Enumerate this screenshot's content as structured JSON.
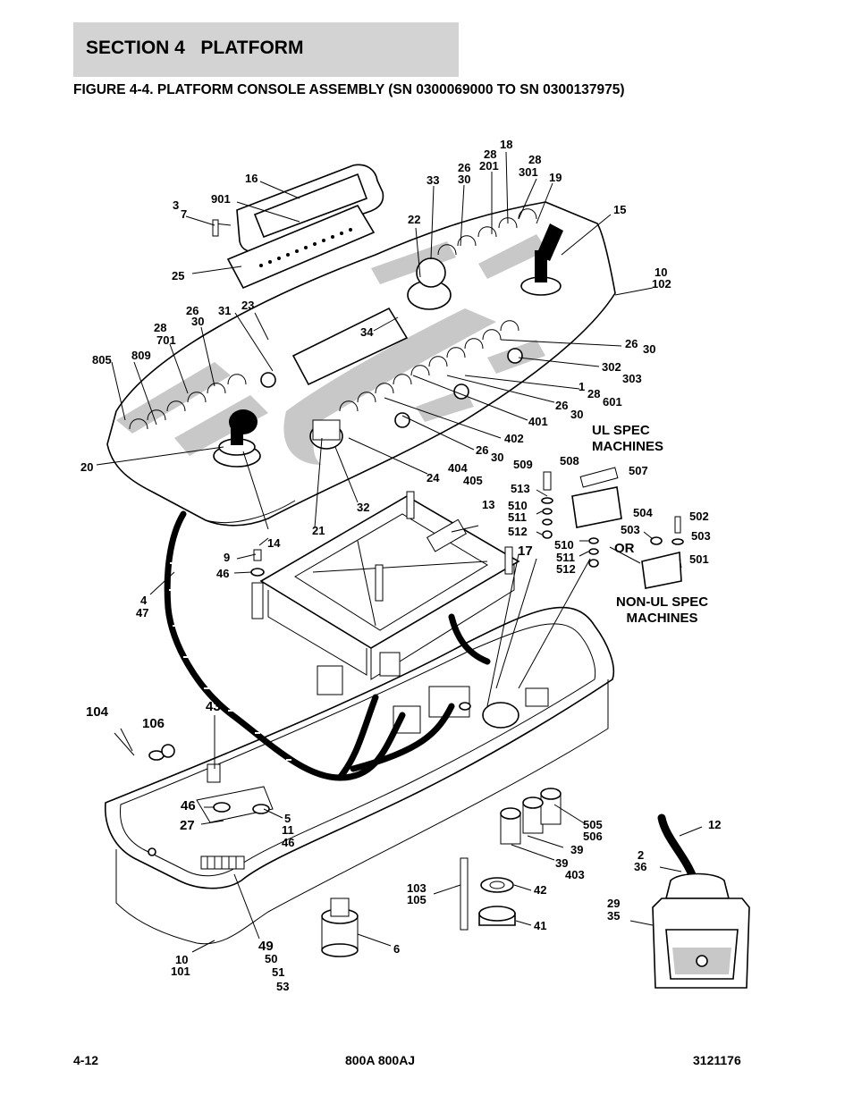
{
  "header": {
    "section": "SECTION 4   PLATFORM",
    "figure_title": "FIGURE 4-4. PLATFORM CONSOLE ASSEMBLY (SN 0300069000 TO SN 0300137975)"
  },
  "notes": {
    "ul_spec": [
      "UL SPEC",
      "MACHINES"
    ],
    "or": "OR",
    "non_ul_spec": [
      "NON-UL SPEC",
      "MACHINES"
    ]
  },
  "callouts": [
    {
      "id": "c1",
      "text": "18"
    },
    {
      "id": "c2",
      "text": "28"
    },
    {
      "id": "c3",
      "text": "201"
    },
    {
      "id": "c4",
      "text": "28"
    },
    {
      "id": "c5",
      "text": "301"
    },
    {
      "id": "c6",
      "text": "26"
    },
    {
      "id": "c7",
      "text": "30"
    },
    {
      "id": "c8",
      "text": "19"
    },
    {
      "id": "c9",
      "text": "16"
    },
    {
      "id": "c10",
      "text": "33"
    },
    {
      "id": "c11",
      "text": "15"
    },
    {
      "id": "c12",
      "text": "3"
    },
    {
      "id": "c13",
      "text": "7"
    },
    {
      "id": "c14",
      "text": "901"
    },
    {
      "id": "c15",
      "text": "22"
    },
    {
      "id": "c16",
      "text": "25"
    },
    {
      "id": "c17",
      "text": "10"
    },
    {
      "id": "c18",
      "text": "102"
    },
    {
      "id": "c19",
      "text": "26"
    },
    {
      "id": "c20",
      "text": "30"
    },
    {
      "id": "c21",
      "text": "31"
    },
    {
      "id": "c22",
      "text": "23"
    },
    {
      "id": "c23",
      "text": "28"
    },
    {
      "id": "c24",
      "text": "701"
    },
    {
      "id": "c25",
      "text": "34"
    },
    {
      "id": "c26",
      "text": "805"
    },
    {
      "id": "c27",
      "text": "809"
    },
    {
      "id": "c28",
      "text": "26"
    },
    {
      "id": "c29",
      "text": "30"
    },
    {
      "id": "c30",
      "text": "302"
    },
    {
      "id": "c31",
      "text": "303"
    },
    {
      "id": "c32",
      "text": "1"
    },
    {
      "id": "c33",
      "text": "28"
    },
    {
      "id": "c34",
      "text": "601"
    },
    {
      "id": "c35",
      "text": "26"
    },
    {
      "id": "c36",
      "text": "30"
    },
    {
      "id": "c37",
      "text": "401"
    },
    {
      "id": "c38",
      "text": "402"
    },
    {
      "id": "c39",
      "text": "26"
    },
    {
      "id": "c40",
      "text": "30"
    },
    {
      "id": "c41",
      "text": "404"
    },
    {
      "id": "c42",
      "text": "405"
    },
    {
      "id": "c43",
      "text": "24"
    },
    {
      "id": "c44",
      "text": "20"
    },
    {
      "id": "c45",
      "text": "509"
    },
    {
      "id": "c46",
      "text": "508"
    },
    {
      "id": "c47",
      "text": "507"
    },
    {
      "id": "c48",
      "text": "513"
    },
    {
      "id": "c49",
      "text": "510"
    },
    {
      "id": "c50",
      "text": "511"
    },
    {
      "id": "c51",
      "text": "512"
    },
    {
      "id": "c52",
      "text": "21"
    },
    {
      "id": "c53",
      "text": "32"
    },
    {
      "id": "c54",
      "text": "13"
    },
    {
      "id": "c55",
      "text": "504"
    },
    {
      "id": "c56",
      "text": "502"
    },
    {
      "id": "c57",
      "text": "503"
    },
    {
      "id": "c58",
      "text": "503"
    },
    {
      "id": "c59",
      "text": "9"
    },
    {
      "id": "c60",
      "text": "14"
    },
    {
      "id": "c61",
      "text": "17"
    },
    {
      "id": "c62",
      "text": "510"
    },
    {
      "id": "c63",
      "text": "511"
    },
    {
      "id": "c64",
      "text": "512"
    },
    {
      "id": "c65",
      "text": "501"
    },
    {
      "id": "c66",
      "text": "46"
    },
    {
      "id": "c67",
      "text": "4"
    },
    {
      "id": "c68",
      "text": "47"
    },
    {
      "id": "c69",
      "text": "104"
    },
    {
      "id": "c70",
      "text": "106"
    },
    {
      "id": "c71",
      "text": "43"
    },
    {
      "id": "c72",
      "text": "46"
    },
    {
      "id": "c73",
      "text": "27"
    },
    {
      "id": "c74",
      "text": "5"
    },
    {
      "id": "c75",
      "text": "11"
    },
    {
      "id": "c76",
      "text": "46"
    },
    {
      "id": "c77",
      "text": "505"
    },
    {
      "id": "c78",
      "text": "506"
    },
    {
      "id": "c79",
      "text": "12"
    },
    {
      "id": "c80",
      "text": "39"
    },
    {
      "id": "c81",
      "text": "2"
    },
    {
      "id": "c82",
      "text": "36"
    },
    {
      "id": "c83",
      "text": "39"
    },
    {
      "id": "c84",
      "text": "403"
    },
    {
      "id": "c85",
      "text": "103"
    },
    {
      "id": "c86",
      "text": "105"
    },
    {
      "id": "c87",
      "text": "42"
    },
    {
      "id": "c88",
      "text": "29"
    },
    {
      "id": "c89",
      "text": "35"
    },
    {
      "id": "c90",
      "text": "41"
    },
    {
      "id": "c91",
      "text": "49"
    },
    {
      "id": "c92",
      "text": "6"
    },
    {
      "id": "c93",
      "text": "50"
    },
    {
      "id": "c94",
      "text": "10"
    },
    {
      "id": "c95",
      "text": "51"
    },
    {
      "id": "c96",
      "text": "101"
    },
    {
      "id": "c97",
      "text": "53"
    }
  ],
  "footer": {
    "page": "4-12",
    "model": "800A 800AJ",
    "doc_number": "3121176"
  }
}
